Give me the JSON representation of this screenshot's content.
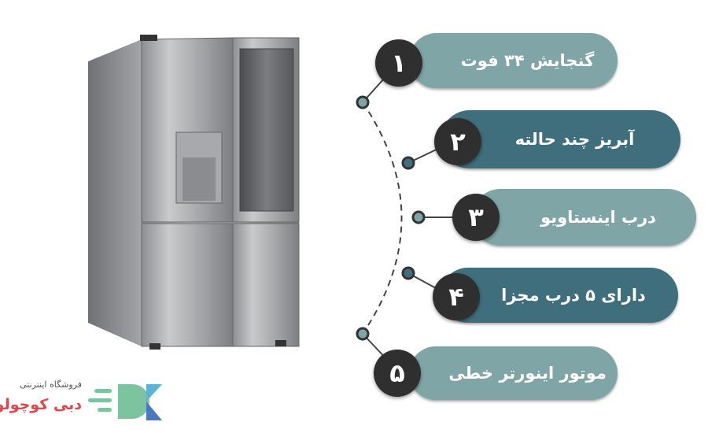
{
  "features": [
    {
      "number": "۱",
      "label": "گنجایش ۳۴ فوت",
      "color": "#7fa5a7"
    },
    {
      "number": "۲",
      "label": "آبریز چند حالته",
      "color": "#3f6e7d"
    },
    {
      "number": "۳",
      "label": "درب اینستاویو",
      "color": "#7fa5a7"
    },
    {
      "number": "۴",
      "label": "دارای ۵ درب مجزا",
      "color": "#3f6e7d"
    },
    {
      "number": "۵",
      "label": "موتور اینورتر خطی",
      "color": "#7fa5a7"
    }
  ],
  "logo": {
    "subtitle": "فروشگاه اینترنتی",
    "name": "دبی کوچولو",
    "mark": "DK"
  }
}
